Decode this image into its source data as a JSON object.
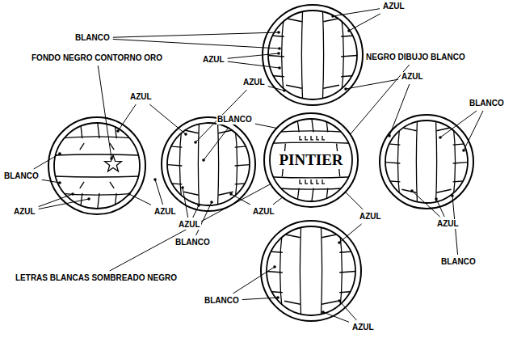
{
  "diagram": {
    "nodes": [
      {
        "text": [
          "PINTIER"
        ]
      }
    ],
    "labels": [
      "BLANCO",
      "AZUL",
      "FONDO NEGRO CONTORNO ORO",
      "AZUL",
      "NEGRO DIBUJO BLANCO",
      "AZUL",
      "AZUL",
      "AZUL",
      "BLANCO",
      "BLANCO",
      "BLANCO",
      "AZUL",
      "AZUL",
      "AZUL",
      "AZUL",
      "AZUL",
      "AZUL",
      "BLANCO",
      "BLANCO",
      "LETRAS BLANCAS SOMBREADO NEGRO",
      "BLANCO",
      "AZUL"
    ]
  }
}
